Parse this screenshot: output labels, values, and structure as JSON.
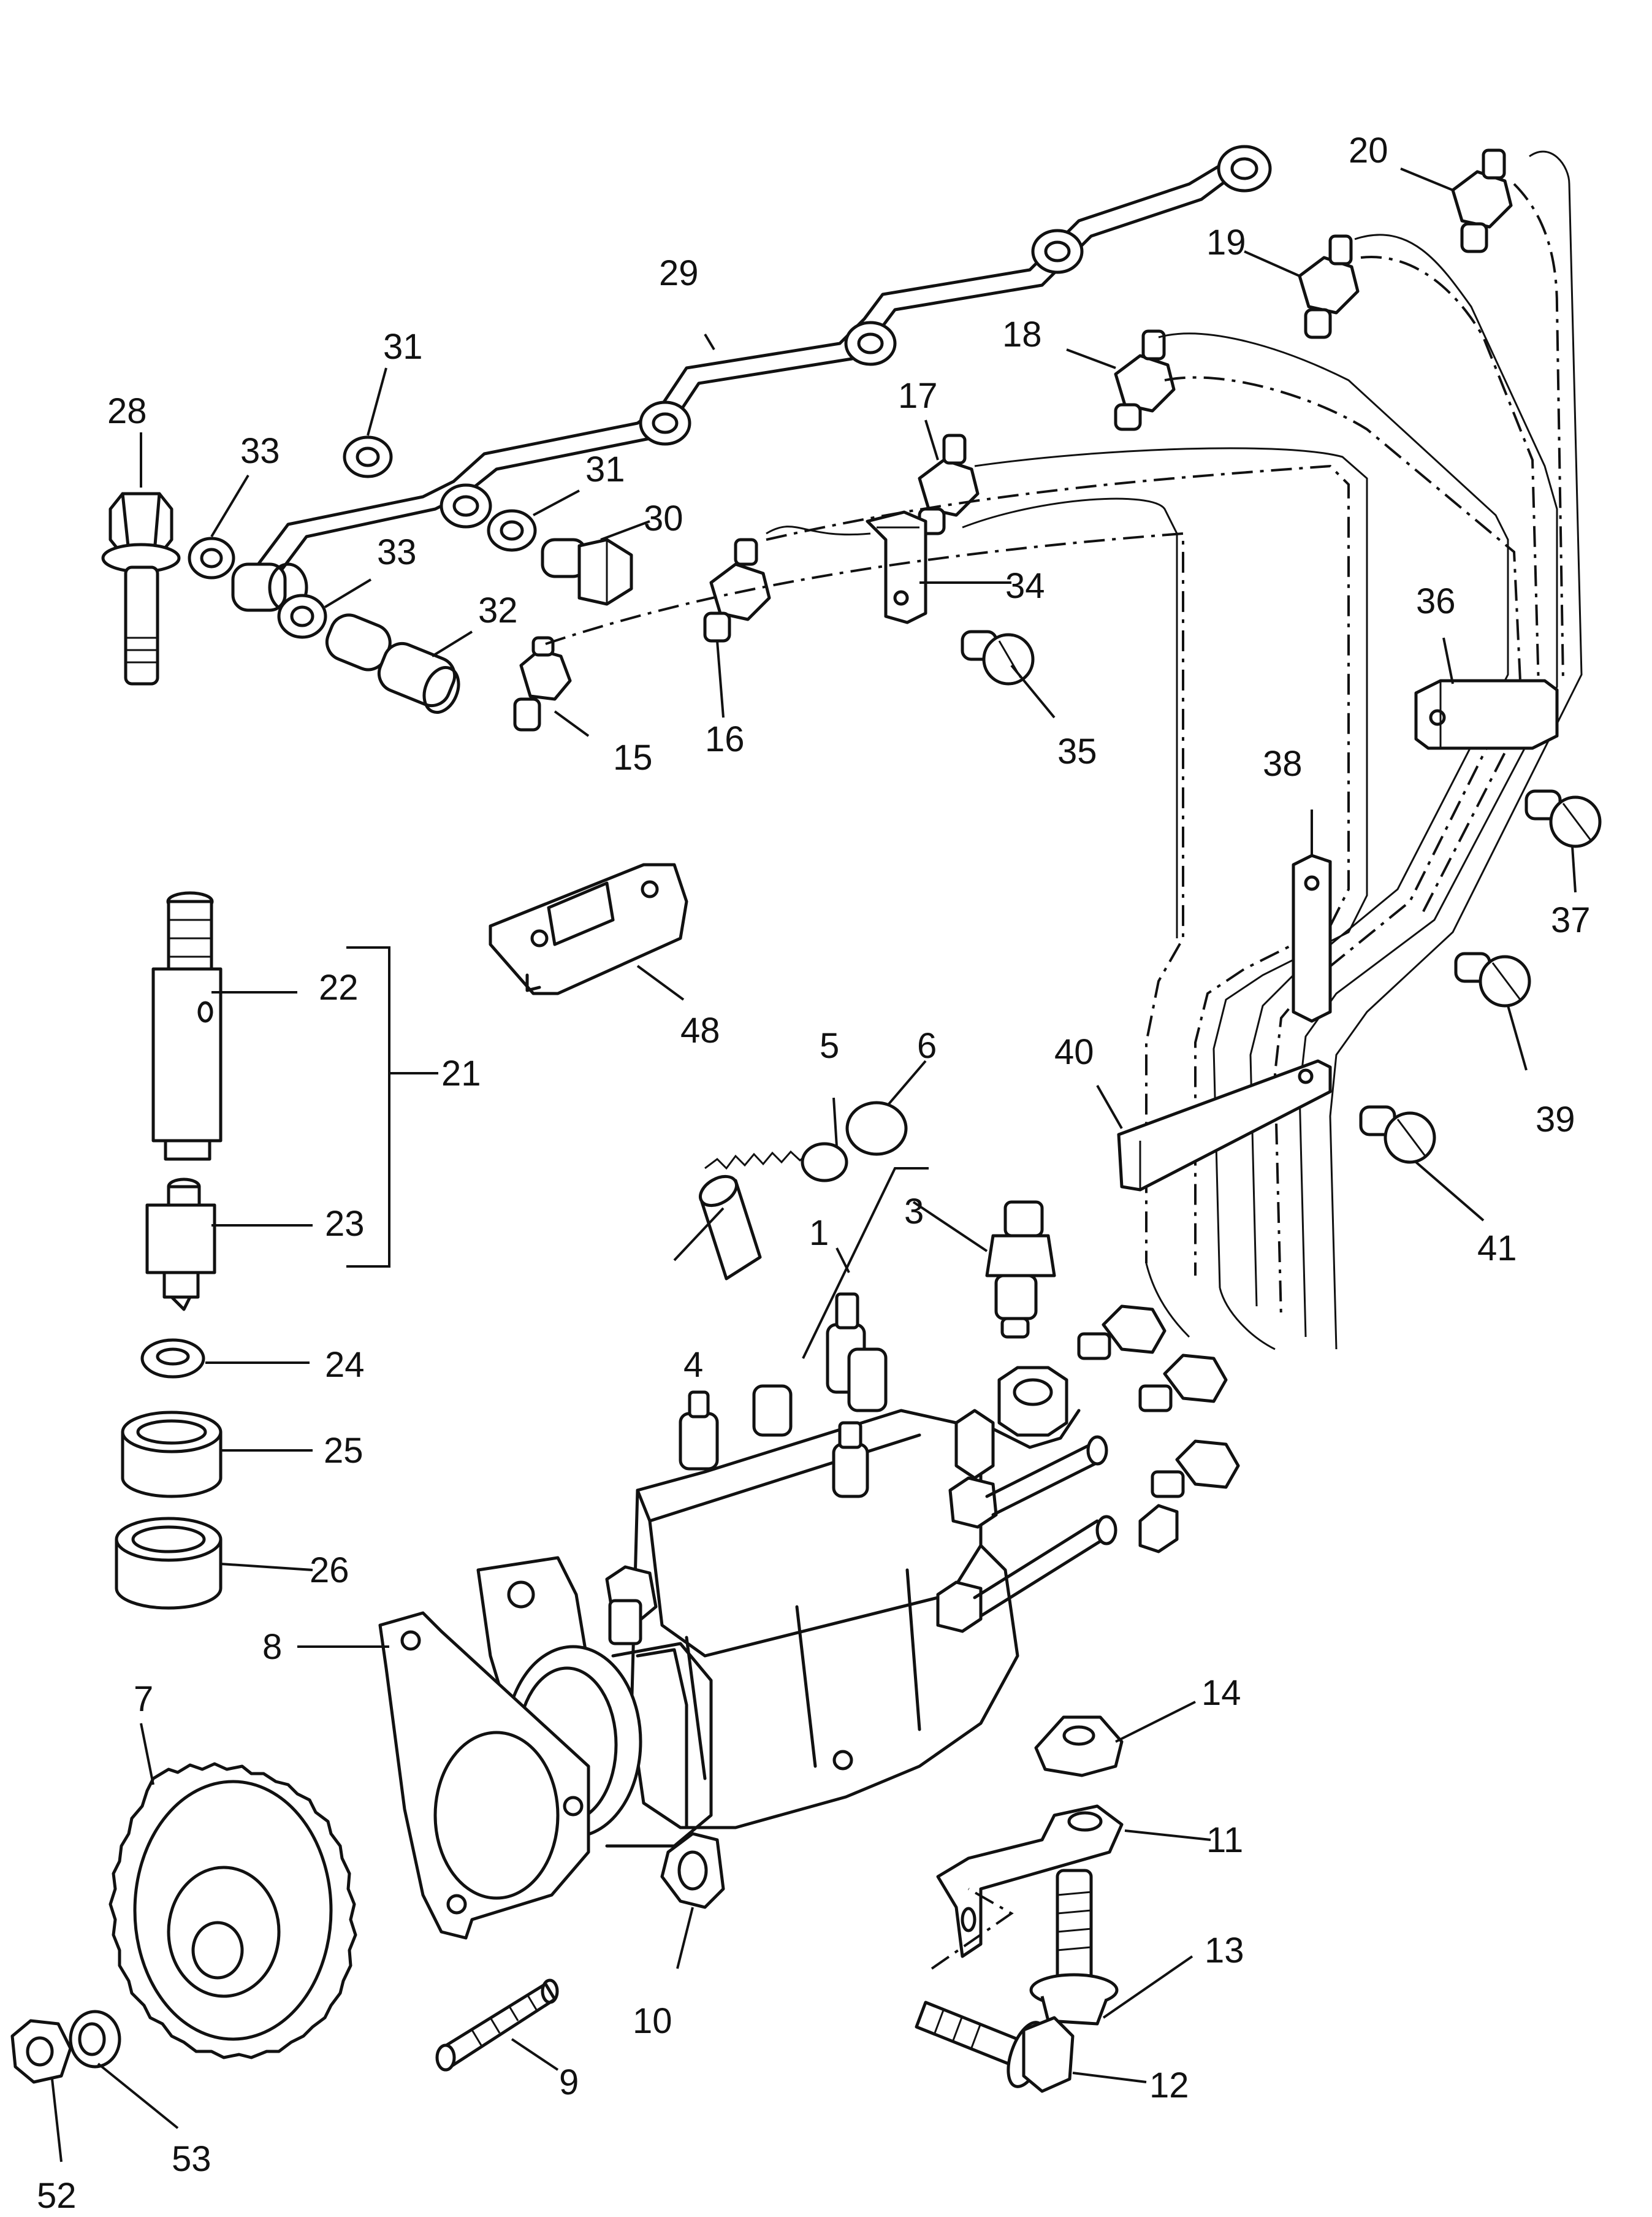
{
  "callouts": {
    "c1": "1",
    "c3": "3",
    "c4": "4",
    "c5": "5",
    "c6": "6",
    "c7": "7",
    "c8": "8",
    "c9": "9",
    "c10": "10",
    "c11": "11",
    "c12": "12",
    "c13": "13",
    "c14": "14",
    "c15": "15",
    "c16": "16",
    "c17": "17",
    "c18": "18",
    "c19": "19",
    "c20": "20",
    "c21": "21",
    "c22": "22",
    "c23": "23",
    "c24": "24",
    "c25": "25",
    "c26": "26",
    "c28": "28",
    "c29": "29",
    "c30": "30",
    "c31a": "31",
    "c31b": "31",
    "c32": "32",
    "c33a": "33",
    "c33b": "33",
    "c34": "34",
    "c35": "35",
    "c36": "36",
    "c37": "37",
    "c38": "38",
    "c39": "39",
    "c40": "40",
    "c41": "41",
    "c48": "48",
    "c52": "52",
    "c53": "53"
  }
}
